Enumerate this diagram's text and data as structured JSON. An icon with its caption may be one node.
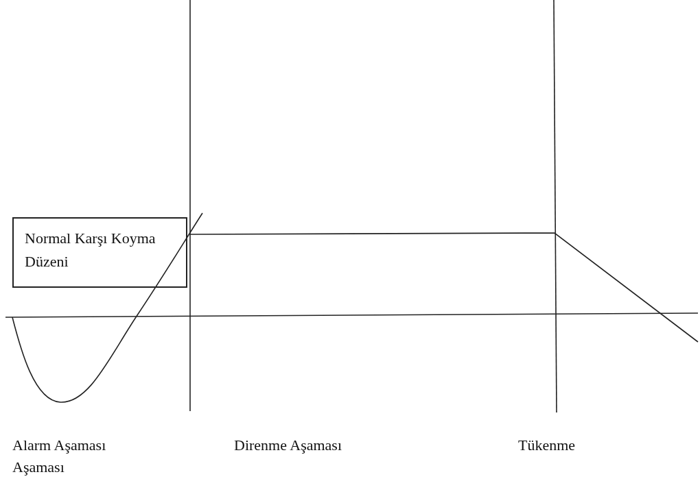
{
  "diagram": {
    "nodes": [
      {
        "text": [
          "Normal Karşı Koyma Düzeni"
        ]
      }
    ],
    "labels": [
      "Alarm Aşaması Aşaması",
      "Direnme Aşaması",
      "Tükenme"
    ]
  }
}
